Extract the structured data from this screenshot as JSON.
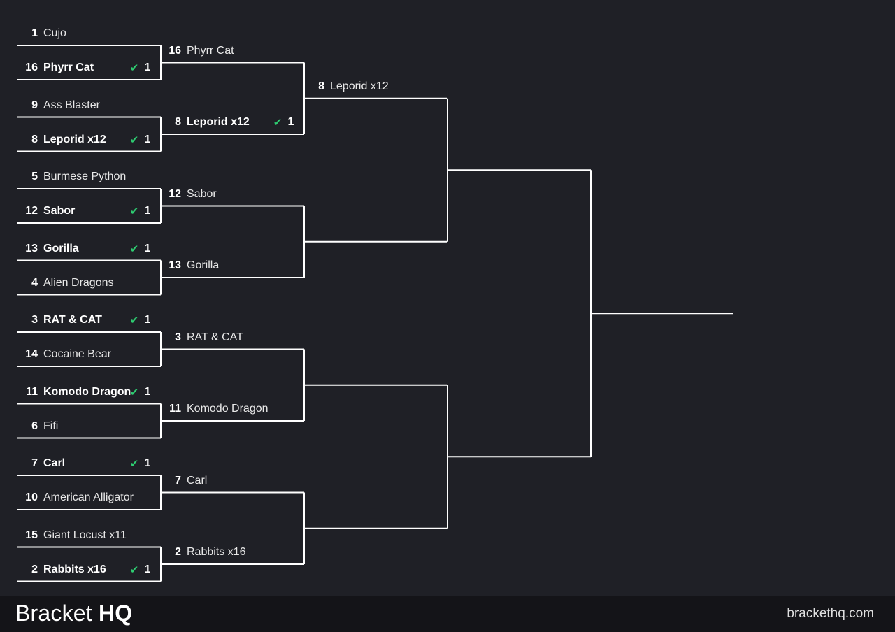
{
  "round1": [
    {
      "seed": "1",
      "name": "Cujo",
      "score": "",
      "winner": false
    },
    {
      "seed": "16",
      "name": "Phyrr Cat",
      "score": "1",
      "winner": true
    },
    {
      "seed": "9",
      "name": "Ass Blaster",
      "score": "",
      "winner": false
    },
    {
      "seed": "8",
      "name": "Leporid x12",
      "score": "1",
      "winner": true
    },
    {
      "seed": "5",
      "name": "Burmese Python",
      "score": "",
      "winner": false
    },
    {
      "seed": "12",
      "name": "Sabor",
      "score": "1",
      "winner": true
    },
    {
      "seed": "13",
      "name": "Gorilla",
      "score": "1",
      "winner": true
    },
    {
      "seed": "4",
      "name": "Alien Dragons",
      "score": "",
      "winner": false
    },
    {
      "seed": "3",
      "name": "RAT & CAT",
      "score": "1",
      "winner": true
    },
    {
      "seed": "14",
      "name": "Cocaine Bear",
      "score": "",
      "winner": false
    },
    {
      "seed": "11",
      "name": "Komodo Dragon",
      "score": "1",
      "winner": true
    },
    {
      "seed": "6",
      "name": "Fifi",
      "score": "",
      "winner": false
    },
    {
      "seed": "7",
      "name": "Carl",
      "score": "1",
      "winner": true
    },
    {
      "seed": "10",
      "name": "American Alligator",
      "score": "",
      "winner": false
    },
    {
      "seed": "15",
      "name": "Giant Locust x11",
      "score": "",
      "winner": false
    },
    {
      "seed": "2",
      "name": "Rabbits x16",
      "score": "1",
      "winner": true
    }
  ],
  "round2": [
    {
      "seed": "16",
      "name": "Phyrr Cat",
      "score": "",
      "winner": false
    },
    {
      "seed": "8",
      "name": "Leporid x12",
      "score": "1",
      "winner": true
    },
    {
      "seed": "12",
      "name": "Sabor",
      "score": "",
      "winner": false
    },
    {
      "seed": "13",
      "name": "Gorilla",
      "score": "",
      "winner": false
    },
    {
      "seed": "3",
      "name": "RAT & CAT",
      "score": "",
      "winner": false
    },
    {
      "seed": "11",
      "name": "Komodo Dragon",
      "score": "",
      "winner": false
    },
    {
      "seed": "7",
      "name": "Carl",
      "score": "",
      "winner": false
    },
    {
      "seed": "2",
      "name": "Rabbits x16",
      "score": "",
      "winner": false
    }
  ],
  "round3": [
    {
      "seed": "8",
      "name": "Leporid x12",
      "score": "",
      "winner": false
    },
    {
      "seed": "",
      "name": "",
      "score": "",
      "winner": false
    },
    {
      "seed": "",
      "name": "",
      "score": "",
      "winner": false
    },
    {
      "seed": "",
      "name": "",
      "score": "",
      "winner": false
    }
  ],
  "round4": [
    {
      "seed": "",
      "name": "",
      "score": "",
      "winner": false
    },
    {
      "seed": "",
      "name": "",
      "score": "",
      "winner": false
    }
  ],
  "check_icon": "check-icon",
  "check_glyph": "✔",
  "accent_color": "#2ecc71",
  "line_color": "#ffffff",
  "footer": {
    "brand_light": "Bracket",
    "brand_bold": "HQ",
    "site": "brackethq.com"
  }
}
